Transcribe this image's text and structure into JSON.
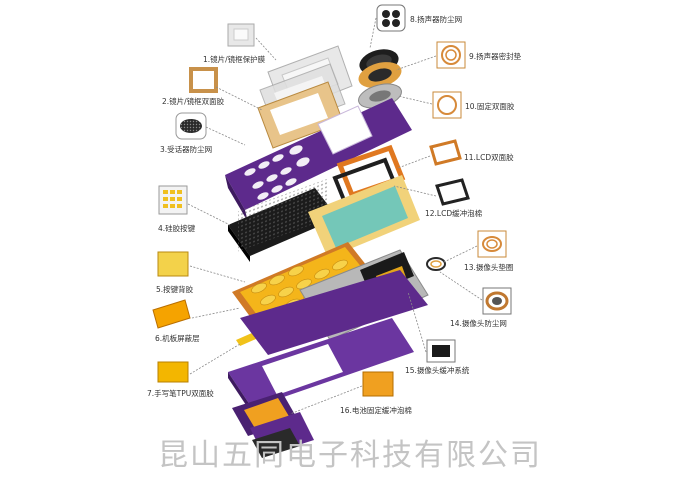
{
  "colors": {
    "purple": "#5d2a8c",
    "purple_light": "#7a47aa",
    "orange": "#f0a500",
    "yellow": "#f6c21a",
    "leader": "#8a8a8a",
    "footer": "#c4c4c4"
  },
  "labels": [
    {
      "id": 1,
      "text": "1.镜片/镜框保护膜"
    },
    {
      "id": 2,
      "text": "2.镜片/镜框双面胶"
    },
    {
      "id": 3,
      "text": "3.受话器防尘网"
    },
    {
      "id": 4,
      "text": "4.硅胶按键"
    },
    {
      "id": 5,
      "text": "5.按键背胶"
    },
    {
      "id": 6,
      "text": "6.机板屏蔽层"
    },
    {
      "id": 7,
      "text": "7.手写笔TPU双面胶"
    },
    {
      "id": 8,
      "text": "8.扬声器防尘网"
    },
    {
      "id": 9,
      "text": "9.扬声器密封垫"
    },
    {
      "id": 10,
      "text": "10.固定双面胶"
    },
    {
      "id": 11,
      "text": "11.LCD双面胶"
    },
    {
      "id": 12,
      "text": "12.LCD缓冲泡棉"
    },
    {
      "id": 13,
      "text": "13.摄像头垫圈"
    },
    {
      "id": 14,
      "text": "14.摄像头防尘网"
    },
    {
      "id": 15,
      "text": "15.摄像头缓冲系统"
    },
    {
      "id": 16,
      "text": "16.电池固定缓冲泡棉"
    }
  ],
  "footer": {
    "company": "昆山五同电子科技有限公司"
  }
}
